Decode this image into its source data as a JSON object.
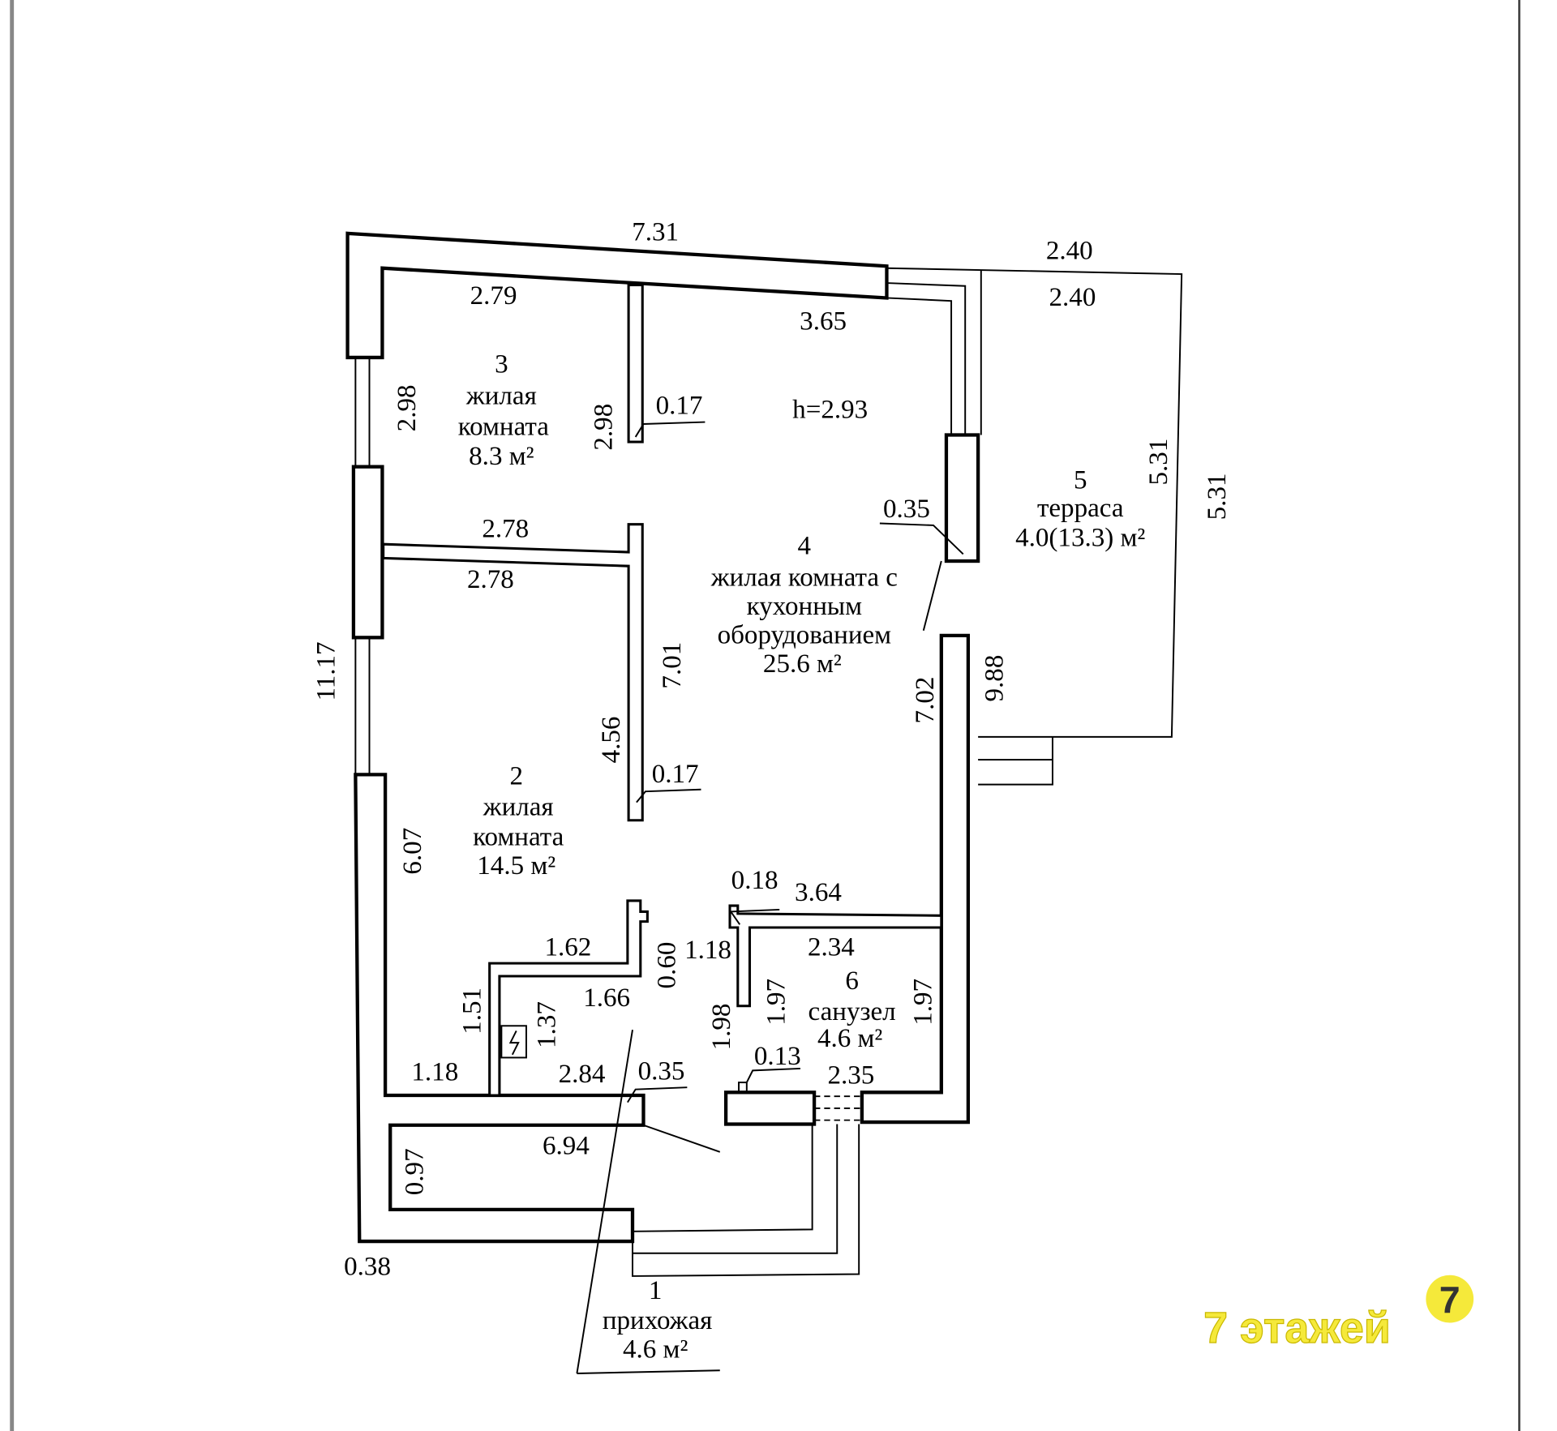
{
  "plan": {
    "ceiling_height": "h=2.93",
    "rooms": [
      {
        "number": "1",
        "name": "прихожая",
        "area": "4.6 м²"
      },
      {
        "number": "2",
        "name_line1": "жилая",
        "name_line2": "комната",
        "area": "14.5 м²"
      },
      {
        "number": "3",
        "name_line1": "жилая",
        "name_line2": "комната",
        "area": "8.3 м²"
      },
      {
        "number": "4",
        "name_line1": "жилая комната с",
        "name_line2": "кухонным",
        "name_line3": "оборудованием",
        "area": "25.6 м²"
      },
      {
        "number": "5",
        "name": "терраса",
        "area": "4.0(13.3) м²"
      },
      {
        "number": "6",
        "name": "санузел",
        "area": "4.6 м²"
      }
    ],
    "dimensions": {
      "top_outer": "7.31",
      "terrace_top_outer": "2.40",
      "terrace_top_inner": "2.40",
      "room3_width": "2.79",
      "room4_width": "3.65",
      "room3_height_left": "2.98",
      "room3_height_right": "2.98",
      "partition_top": "0.17",
      "wall_right": "0.35",
      "terrace_depth_inner": "5.31",
      "terrace_depth_outer": "5.31",
      "partition_upper": "2.78",
      "partition_lower": "2.78",
      "overall_left": "11.17",
      "room4_depth": "7.01",
      "right_inner": "7.02",
      "right_outer": "9.88",
      "room2_depth_right": "4.56",
      "partition_mid": "0.17",
      "room2_depth_left": "6.07",
      "bath_partition": "0.18",
      "bath_top": "3.64",
      "bath_inner_top": "2.34",
      "hall_1_18": "1.18",
      "hall_0_60": "0.60",
      "hall_1_62": "1.62",
      "hall_1_66": "1.66",
      "hall_1_51": "1.51",
      "hall_1_37": "1.37",
      "hall_1_98": "1.98",
      "bath_left": "1.97",
      "bath_right": "1.97",
      "bath_0_13": "0.13",
      "bath_bottom": "2.35",
      "room2_bottom_left": "1.18",
      "hall_2_84": "2.84",
      "hall_0_35": "0.35",
      "hall_6_94": "6.94",
      "hall_0_97": "0.97",
      "corner_0_38": "0.38"
    }
  },
  "watermark": {
    "text": "7 этажей",
    "badge": "7"
  }
}
